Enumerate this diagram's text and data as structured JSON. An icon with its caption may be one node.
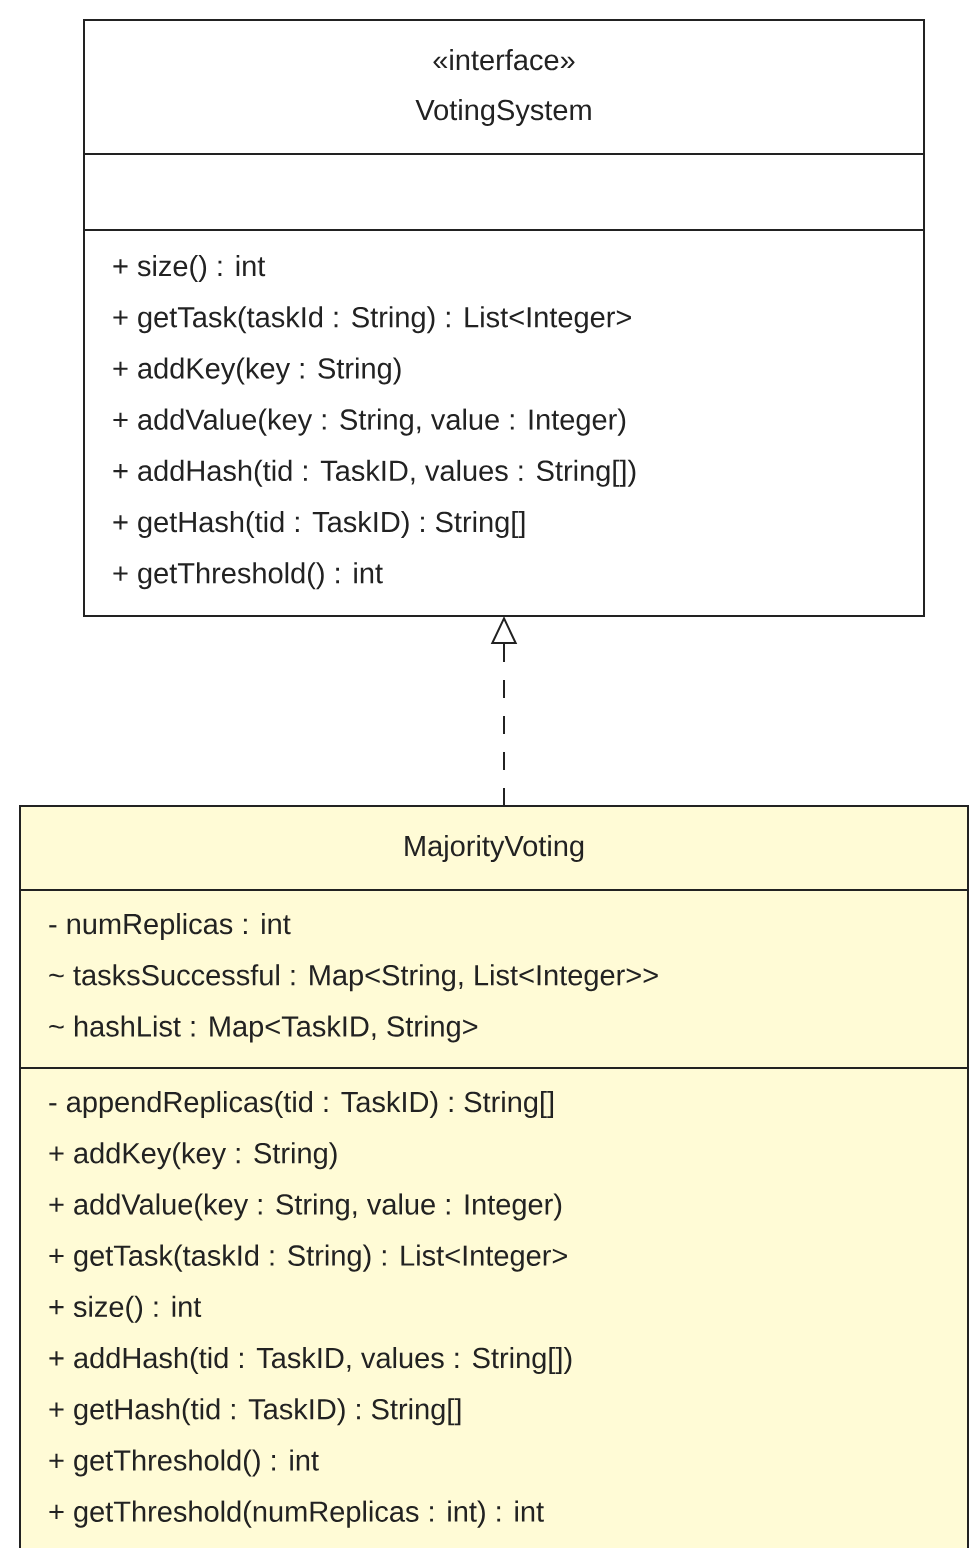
{
  "diagram": {
    "nodes": [
      {
        "text": [
          "«interface»",
          "VotingSystem",
          "+ size() : int",
          "+ getTask(taskId : String) : List<Integer>",
          "+ addKey(key : String)",
          "+ addValue(key : String, value : Integer)",
          "+ addHash(tid : TaskID, values : String[])",
          "+ getHash(tid : TaskID) : String[]",
          "+ getThreshold() : int"
        ]
      },
      {
        "text": [
          "MajorityVoting",
          "- numReplicas : int",
          "~ tasksSuccessful : Map<String, List<Integer>>",
          "~ hashList : Map<TaskID, String>",
          "- appendReplicas(tid : TaskID) : String[]",
          "+ addKey(key : String)",
          "+ addValue(key : String, value : Integer)",
          "+ getTask(taskId : String) : List<Integer>",
          "+ size() : int",
          "+ addHash(tid : TaskID, values : String[])",
          "+ getHash(tid : TaskID) : String[]",
          "+ getThreshold() : int",
          "+ getThreshold(numReplicas : int) : int"
        ]
      }
    ],
    "edges": [
      {
        "from": 1,
        "to": 0,
        "arrow": "to",
        "style": "dashed"
      }
    ]
  }
}
